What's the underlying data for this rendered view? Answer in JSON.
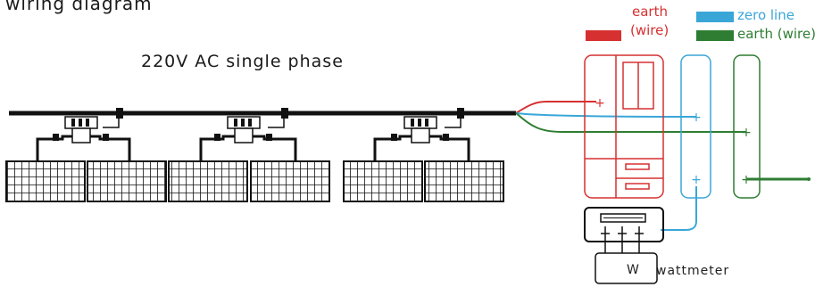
{
  "diagram": {
    "title": "wiring diagram",
    "subtitle": "220V AC single phase",
    "legend": {
      "earth_red_line1": "earth",
      "earth_red_line2": "(wire)",
      "zero_line": "zero line",
      "earth_green": "earth (wire)"
    },
    "meter_symbol": "W",
    "meter_label": "wattmeter",
    "plus_symbol": "+",
    "colors": {
      "red": "#d63030",
      "blue": "#3aa6d8",
      "green": "#2e7d32",
      "bus": "#111111"
    }
  }
}
